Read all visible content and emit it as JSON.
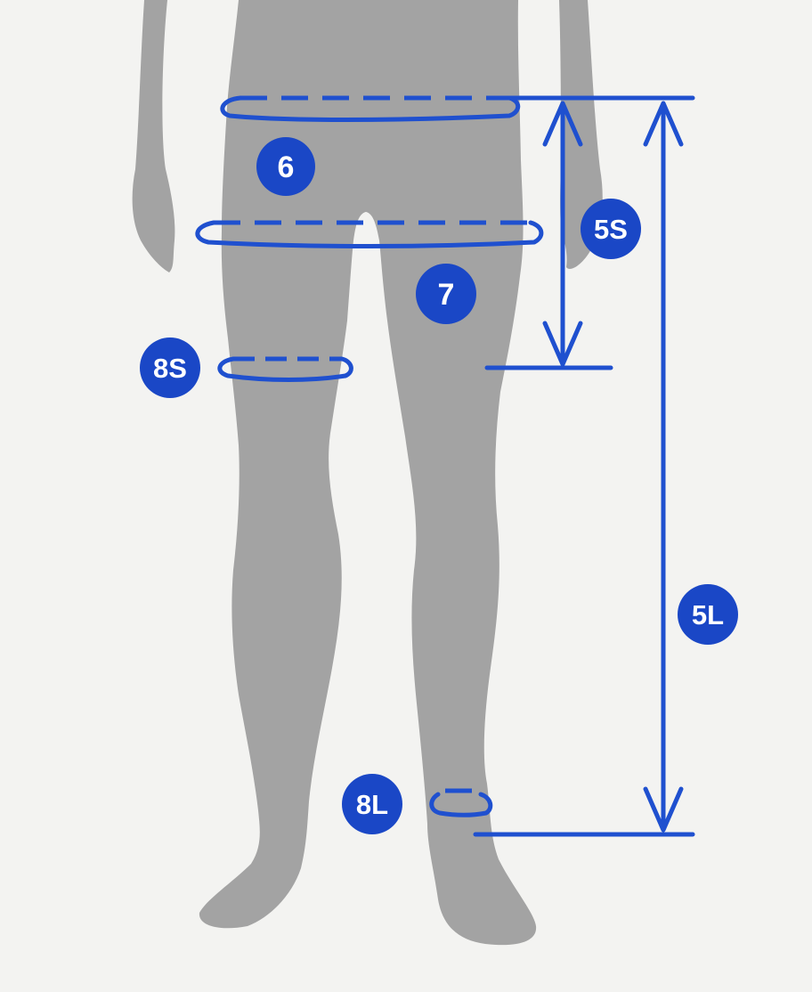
{
  "colors": {
    "background": "#f3f3f1",
    "mannequin": "#a3a3a3",
    "measure_blue": "#1f50cf",
    "badge_blue": "#1a47c6",
    "badge_text": "#ffffff"
  },
  "labels": {
    "waist": "6",
    "hip": "7",
    "thigh": "8S",
    "ankle": "8L",
    "rise_length": "5S",
    "leg_length": "5L"
  }
}
